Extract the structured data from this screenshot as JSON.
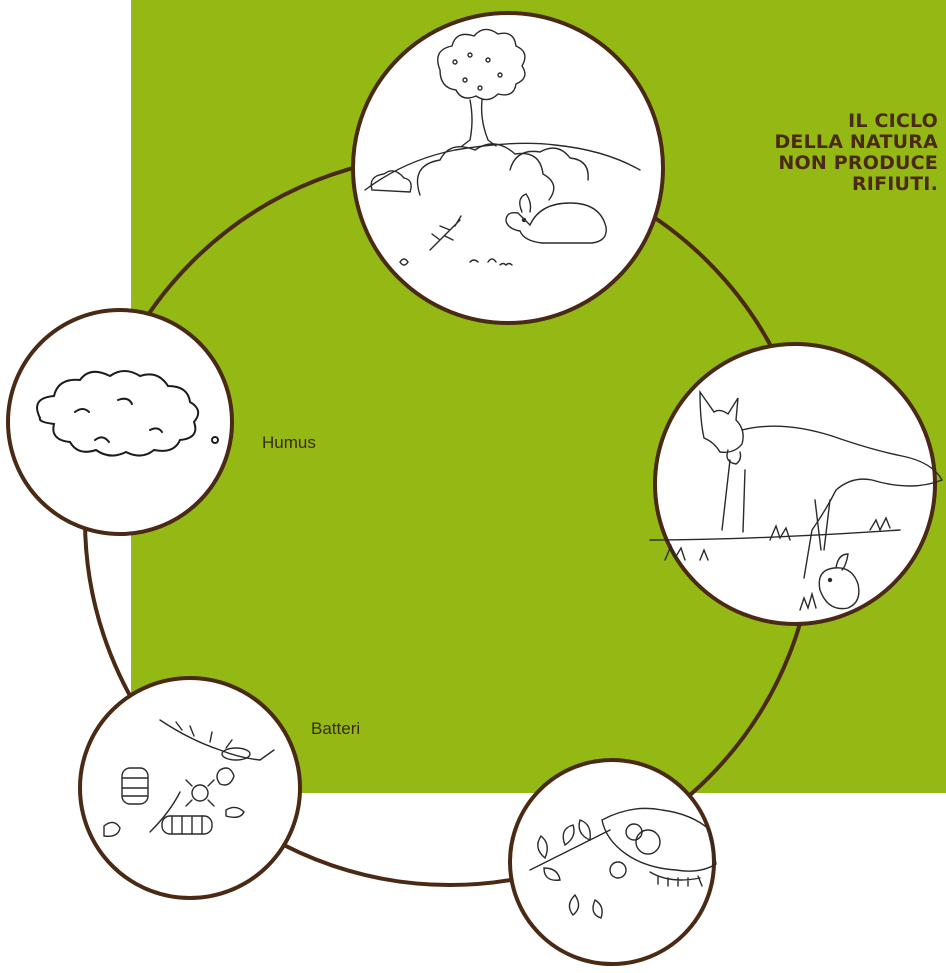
{
  "title": {
    "lines": [
      "IL CICLO",
      "DELLA NATURA",
      "NON PRODUCE",
      "RIFIUTI."
    ]
  },
  "labels": {
    "humus": "Humus",
    "batteri": "Batteri"
  },
  "colors": {
    "panel_green": "#94b814",
    "ring_brown": "#4a2a14",
    "title_brown": "#4a2a14",
    "ink": "#2a2a2a"
  },
  "stages": [
    {
      "name": "plants",
      "illustration": "tree-bushes-rabbit-icon"
    },
    {
      "name": "fox",
      "illustration": "fox-and-rabbit-icon"
    },
    {
      "name": "remains",
      "illustration": "skull-and-branch-icon"
    },
    {
      "name": "decomposers",
      "illustration": "insects-and-worms-icon"
    },
    {
      "name": "humus",
      "illustration": "humus-cloud-icon"
    }
  ]
}
